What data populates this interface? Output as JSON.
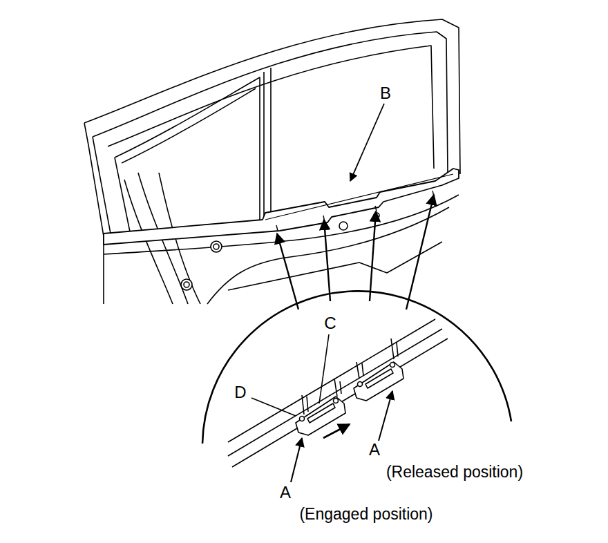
{
  "diagram": {
    "labels": [
      "B",
      "C",
      "D",
      "A",
      "(Released position)",
      "A",
      "(Engaged position)"
    ]
  }
}
